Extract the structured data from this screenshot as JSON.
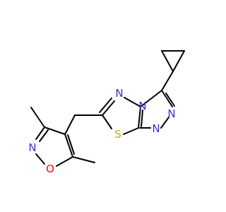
{
  "molecule": {
    "atom_labels": {
      "n_triazole_top": "N",
      "n_fused": "N",
      "n_triazole_right": "N",
      "n_triazole_bottom": "N",
      "s_thiadiazole": "S",
      "n_isoxazole": "N",
      "o_isoxazole": "O"
    },
    "colors": {
      "bond": "#000000",
      "nitrogen": "#3333cc",
      "oxygen": "#ff0000",
      "sulfur": "#b3b300"
    }
  }
}
